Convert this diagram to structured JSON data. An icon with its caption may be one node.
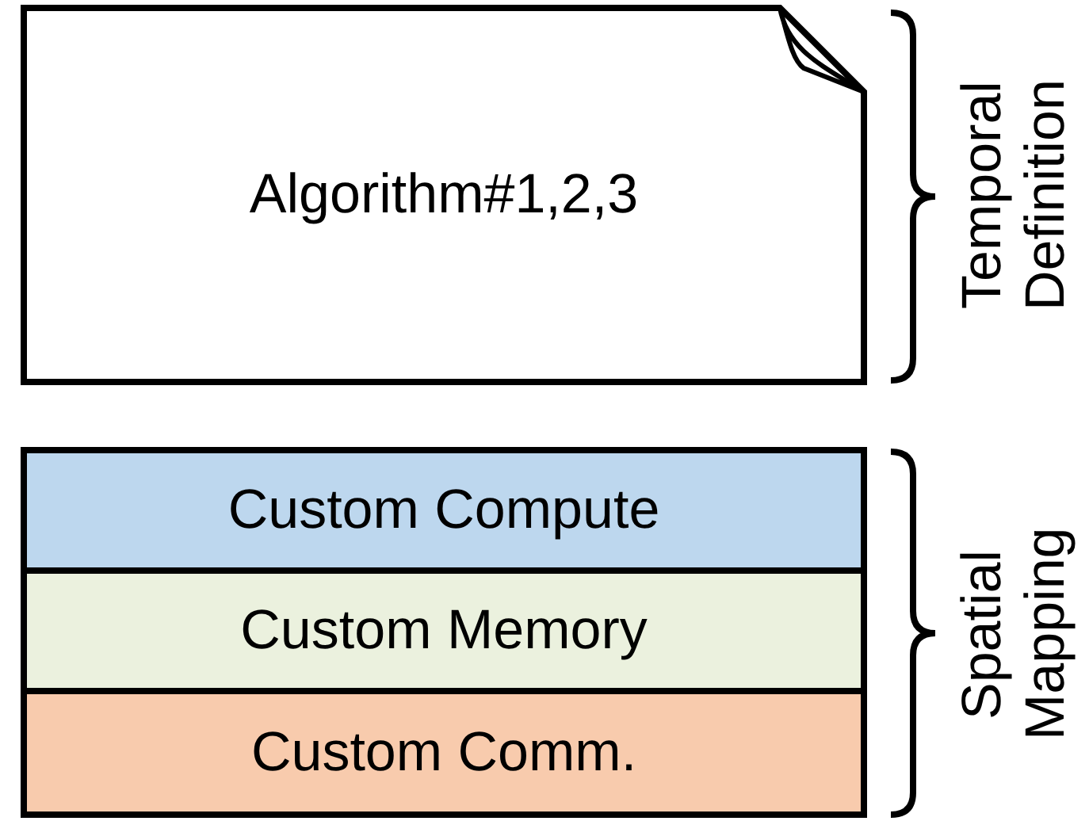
{
  "diagram": {
    "nodes": [
      {
        "text": [
          "Algorithm#1,2,3"
        ]
      },
      {
        "text": [
          "Custom Compute"
        ]
      },
      {
        "text": [
          "Custom Memory"
        ]
      },
      {
        "text": [
          "Custom Comm."
        ]
      }
    ],
    "labels": [
      "Temporal Definition",
      "Spatial Mapping"
    ]
  }
}
